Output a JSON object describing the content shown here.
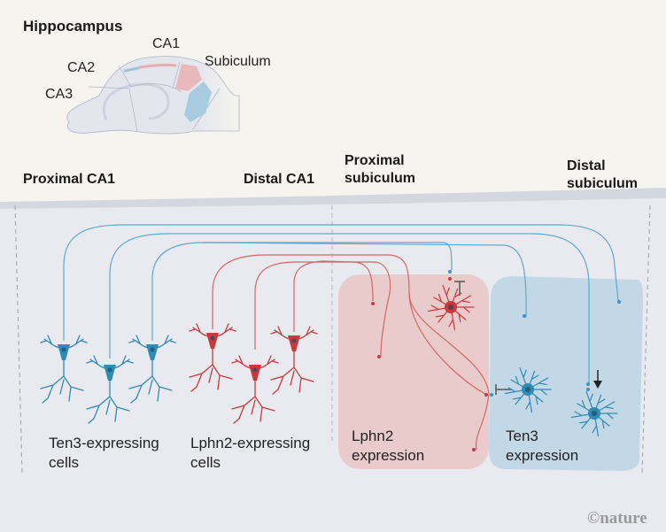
{
  "inset": {
    "title": "Hippocampus",
    "regions": {
      "ca1": "CA1",
      "ca2": "CA2",
      "ca3": "CA3",
      "subiculum": "Subiculum"
    }
  },
  "columns": {
    "proximal_ca1": "Proximal CA1",
    "distal_ca1": "Distal CA1",
    "proximal_subiculum": [
      "Proximal",
      "subiculum"
    ],
    "distal_subiculum": [
      "Distal",
      "subiculum"
    ]
  },
  "labels": {
    "ten3_cells": [
      "Ten3-expressing",
      "cells"
    ],
    "lphn2_cells": [
      "Lphn2-expressing",
      "cells"
    ],
    "lphn2_expression": [
      "Lphn2",
      "expression"
    ],
    "ten3_expression": [
      "Ten3",
      "expression"
    ]
  },
  "colors": {
    "background": "#f5f4ee",
    "panel": "#e9eaef",
    "band": "#d3d7e0",
    "blue": "#3a93bd",
    "blue_axon": "#6aaed0",
    "red": "#cf3a3c",
    "red_axon": "#d9716f",
    "red_box": "#e9cbcc",
    "blue_box": "#c3d8e6"
  },
  "credit": "©nature"
}
